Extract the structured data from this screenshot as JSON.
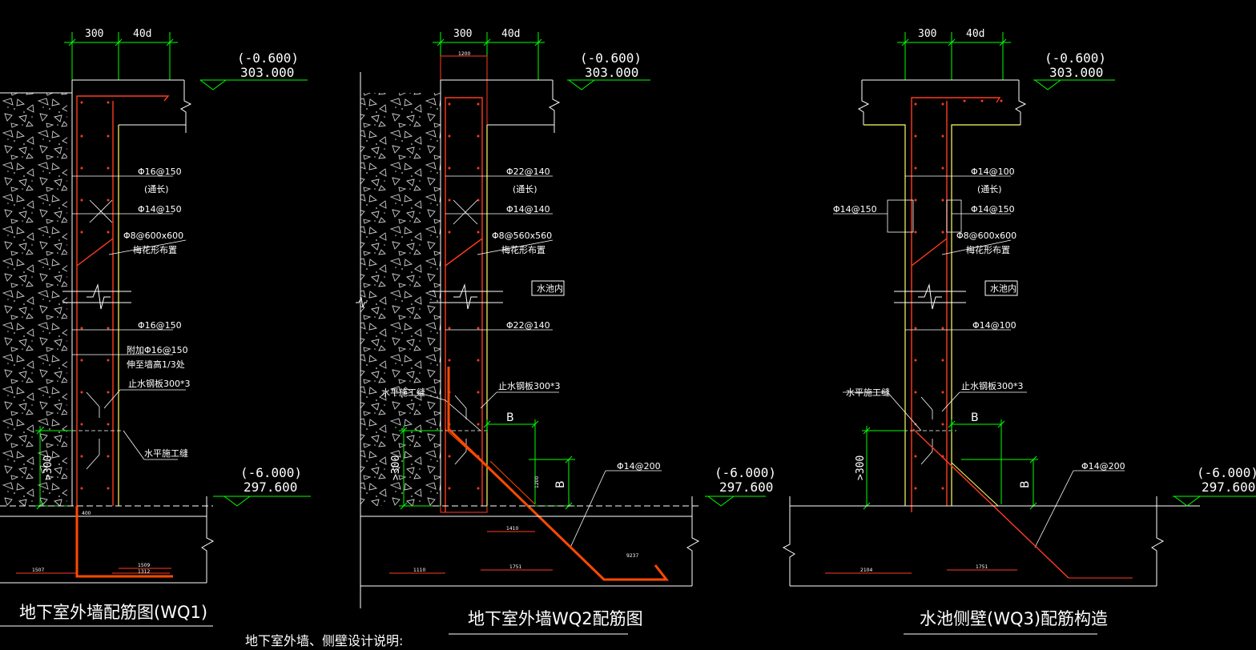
{
  "colors": {
    "background": "#000000",
    "dimension": "#00ff00",
    "rebar": "#ff3b1f",
    "concrete": "#ffff66",
    "line": "#ffffff",
    "heavy_bar": "#ff4a00"
  },
  "icons": [
    "elevation-marker-icon",
    "break-line-icon",
    "soil-hatch"
  ],
  "notes_heading": "地下室外墙、侧壁设计说明:",
  "details": [
    {
      "id": "wq1",
      "title": "地下室外墙配筋图(WQ1)",
      "dim_top": [
        "300",
        "40d"
      ],
      "elev_top": {
        "rel": "(-0.600)",
        "abs": "303.000"
      },
      "elev_bottom": {
        "rel": "(-6.000)",
        "abs": "297.600"
      },
      "labels": [
        "Φ16@150",
        "(通长)",
        "Φ14@150",
        "Φ8@600x600",
        "梅花形布置",
        "Φ16@150",
        "附加Φ16@150",
        "伸至墙高1/3处",
        "止水钢板300*3",
        "水平施工缝"
      ],
      "side_dim": ">300",
      "bottom_dims": [
        "1507",
        "1509",
        "1312"
      ],
      "small_note": "400"
    },
    {
      "id": "wq2",
      "title": "地下室外墙WQ2配筋图",
      "dim_top": [
        "300",
        "40d"
      ],
      "dim_small": "1200",
      "elev_top": {
        "rel": "(-0.600)",
        "abs": "303.000"
      },
      "elev_bottom": {
        "rel": "(-6.000)",
        "abs": "297.600"
      },
      "labels": [
        "Φ22@140",
        "(通长)",
        "Φ14@140",
        "Φ8@560x560",
        "梅花形布置",
        "水池内",
        "Φ22@140",
        "止水钢板300*3",
        "水平施工缝",
        "Φ14@200"
      ],
      "b_letters": [
        "B",
        "B"
      ],
      "side_dim": ">300",
      "bottom_dims": [
        "1110",
        "1751",
        "9237",
        "1200",
        "1410"
      ]
    },
    {
      "id": "wq3",
      "title": "水池侧壁(WQ3)配筋构造",
      "dim_top": [
        "300",
        "40d"
      ],
      "elev_top": {
        "rel": "(-0.600)",
        "abs": "303.000"
      },
      "elev_bottom": {
        "rel": "(-6.000)",
        "abs": "297.600"
      },
      "labels": [
        "Φ14@100",
        "(通长)",
        "Φ14@150",
        "Φ14@150",
        "Φ8@600x600",
        "梅花形布置",
        "水池内",
        "Φ14@100",
        "止水钢板300*3",
        "水平施工缝",
        "Φ14@200"
      ],
      "b_letters": [
        "B",
        "B"
      ],
      "side_dim": ">300",
      "bottom_dims": [
        "2104",
        "1751"
      ]
    }
  ]
}
